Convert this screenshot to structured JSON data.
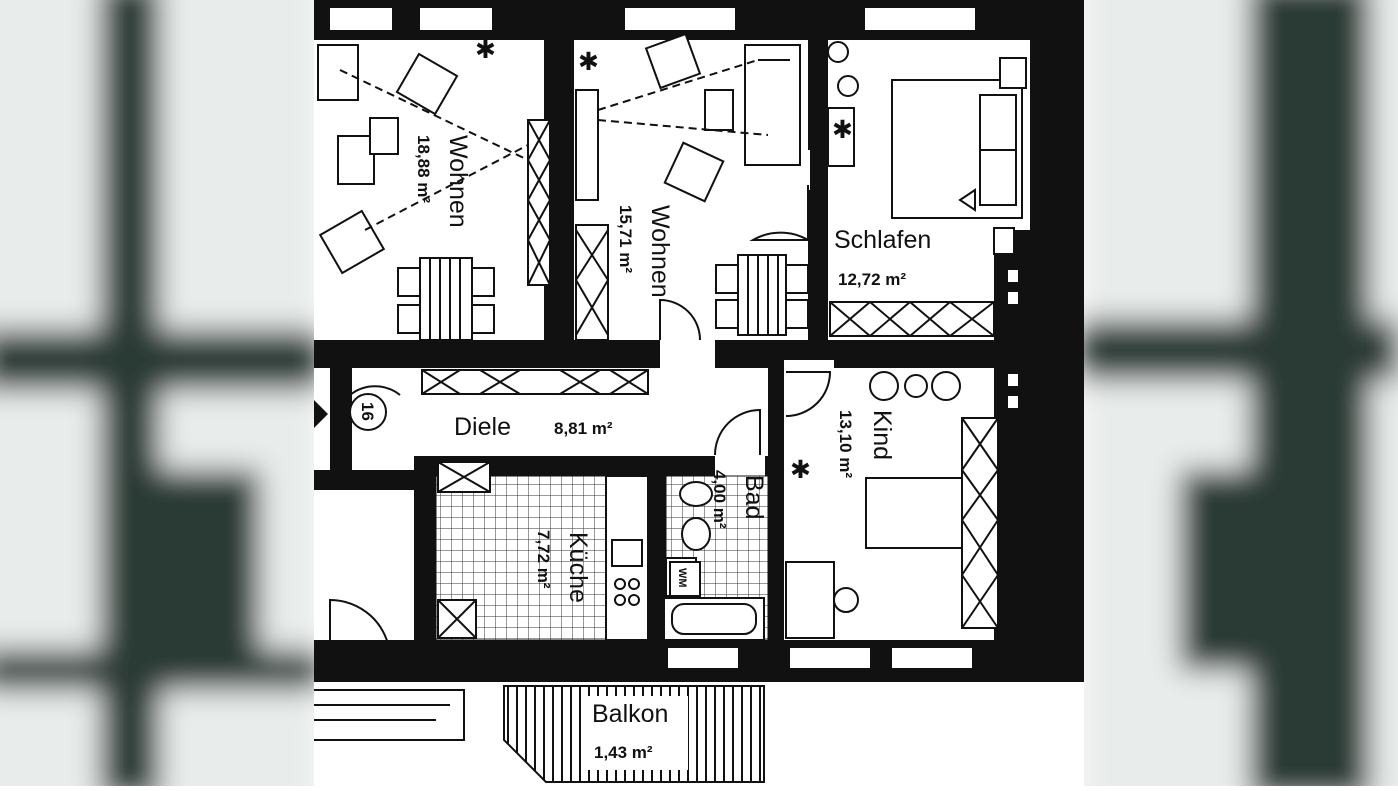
{
  "rooms": {
    "wohnen_left": {
      "name": "Wohnen",
      "area": "18,88 m²"
    },
    "wohnen_mid": {
      "name": "Wohnen",
      "area": "15,71 m²"
    },
    "schlafen": {
      "name": "Schlafen",
      "area": "12,72 m²"
    },
    "diele": {
      "name": "Diele",
      "area": "8,81 m²"
    },
    "kind": {
      "name": "Kind",
      "area": "13,10 m²"
    },
    "kueche": {
      "name": "Küche",
      "area": "7,72 m²"
    },
    "bad": {
      "name": "Bad",
      "area": "4,00 m²"
    },
    "balkon": {
      "name": "Balkon",
      "area": "1,43 m²"
    }
  },
  "stair_number": "16",
  "appliance_label": "WM",
  "colors": {
    "ink": "#111111",
    "paper": "#ffffff",
    "blur_dark": "#2b3a36",
    "blur_light": "#e8ecea"
  }
}
